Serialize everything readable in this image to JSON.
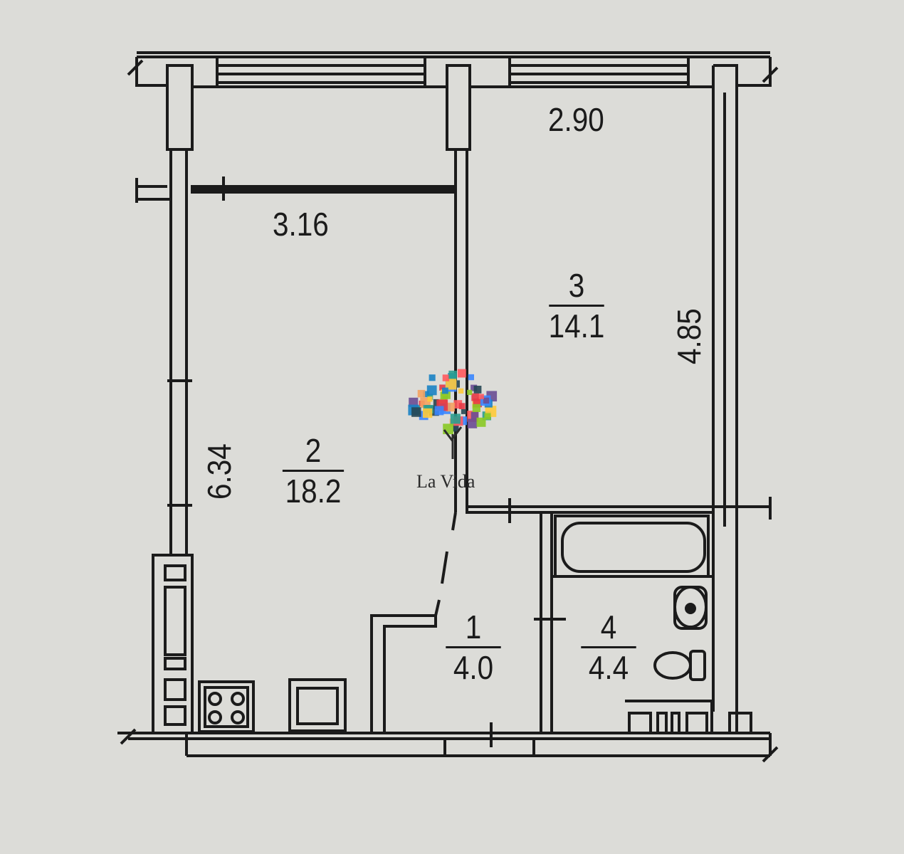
{
  "plan": {
    "dimensions": {
      "balcony_width": "2.90",
      "kitchen_width": "3.16",
      "room_length": "4.85",
      "kitchen_length": "6.34"
    },
    "rooms": [
      {
        "number": "1",
        "area": "4.0"
      },
      {
        "number": "2",
        "area": "18.2"
      },
      {
        "number": "3",
        "area": "14.1"
      },
      {
        "number": "4",
        "area": "4.4"
      }
    ]
  },
  "logo": {
    "name": "logo-la-vida",
    "text": "La Vida",
    "colors": [
      "#e63946",
      "#f4a261",
      "#2a9d8f",
      "#264653",
      "#8ac926",
      "#6a4c93",
      "#1982c4",
      "#ffca3a",
      "#ff595e",
      "#3a86ff"
    ]
  },
  "colors": {
    "background": "#dcdcd8",
    "line": "#1b1b1b"
  }
}
